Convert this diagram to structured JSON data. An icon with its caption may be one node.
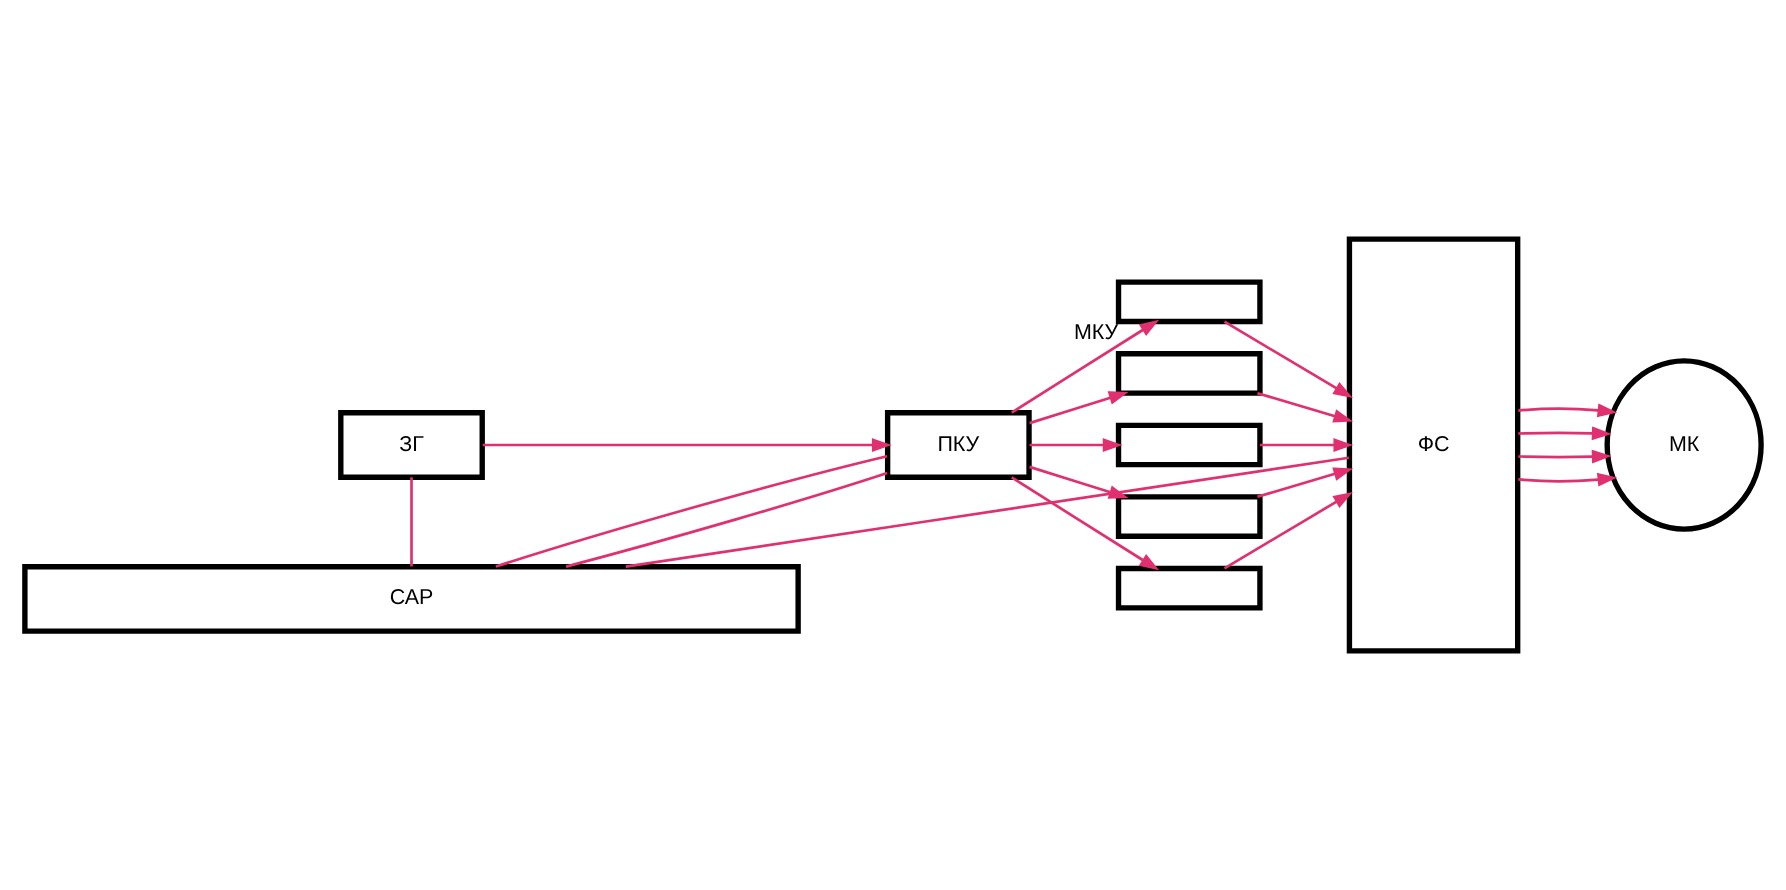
{
  "diagram": {
    "nodes": [
      {
        "text": [
          "ЗГ"
        ]
      },
      {
        "text": [
          "ПКУ"
        ]
      },
      {
        "text": [],
        "shape": "box",
        "beside": [
          "МКУ"
        ]
      },
      {
        "text": [],
        "shape": "box"
      },
      {
        "text": [],
        "shape": "box"
      },
      {
        "text": [],
        "shape": "box"
      },
      {
        "text": [],
        "shape": "box"
      },
      {
        "text": [
          "ФС"
        ]
      },
      {
        "text": [
          "МК"
        ]
      },
      {
        "text": [
          "САР"
        ]
      }
    ],
    "edges": [
      {
        "from": 0,
        "to": 1,
        "arrow": "to"
      },
      {
        "from": 1,
        "to": 2,
        "arrow": "to"
      },
      {
        "from": 1,
        "to": 3,
        "arrow": "to"
      },
      {
        "from": 1,
        "to": 4,
        "arrow": "to"
      },
      {
        "from": 1,
        "to": 5,
        "arrow": "to"
      },
      {
        "from": 1,
        "to": 6,
        "arrow": "to"
      },
      {
        "from": 2,
        "to": 7,
        "arrow": "to"
      },
      {
        "from": 3,
        "to": 7,
        "arrow": "to"
      },
      {
        "from": 4,
        "to": 7,
        "arrow": "to"
      },
      {
        "from": 5,
        "to": 7,
        "arrow": "to"
      },
      {
        "from": 6,
        "to": 7,
        "arrow": "to"
      },
      {
        "from": 7,
        "to": 8,
        "arrow": "to"
      },
      {
        "from": 7,
        "to": 8,
        "arrow": "to"
      },
      {
        "from": 7,
        "to": 8,
        "arrow": "to"
      },
      {
        "from": 7,
        "to": 8,
        "arrow": "to"
      },
      {
        "from": 0,
        "to": 9,
        "arrow": "none"
      },
      {
        "from": 1,
        "to": 9,
        "arrow": "none"
      },
      {
        "from": 1,
        "to": 9,
        "arrow": "none"
      },
      {
        "from": 7,
        "to": 9,
        "arrow": "none"
      }
    ]
  }
}
